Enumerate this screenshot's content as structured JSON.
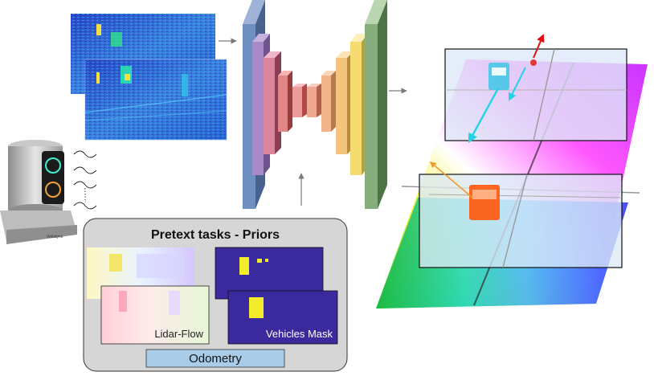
{
  "priors": {
    "title": "Pretext tasks - Priors",
    "flow_label": "Lidar-Flow",
    "mask_label": "Vehicles Mask",
    "odometry_label": "Odometry"
  },
  "sensor": {
    "brand": "Velodyne"
  },
  "colors": {
    "panel_bg": "#d6d6d6",
    "mask_bg": "#3a2a9e",
    "odometry_fill": "#a9cde9",
    "arrow_red": "#e01010",
    "arrow_cyan": "#22d3e6",
    "arrow_orange": "#f39a2b"
  }
}
